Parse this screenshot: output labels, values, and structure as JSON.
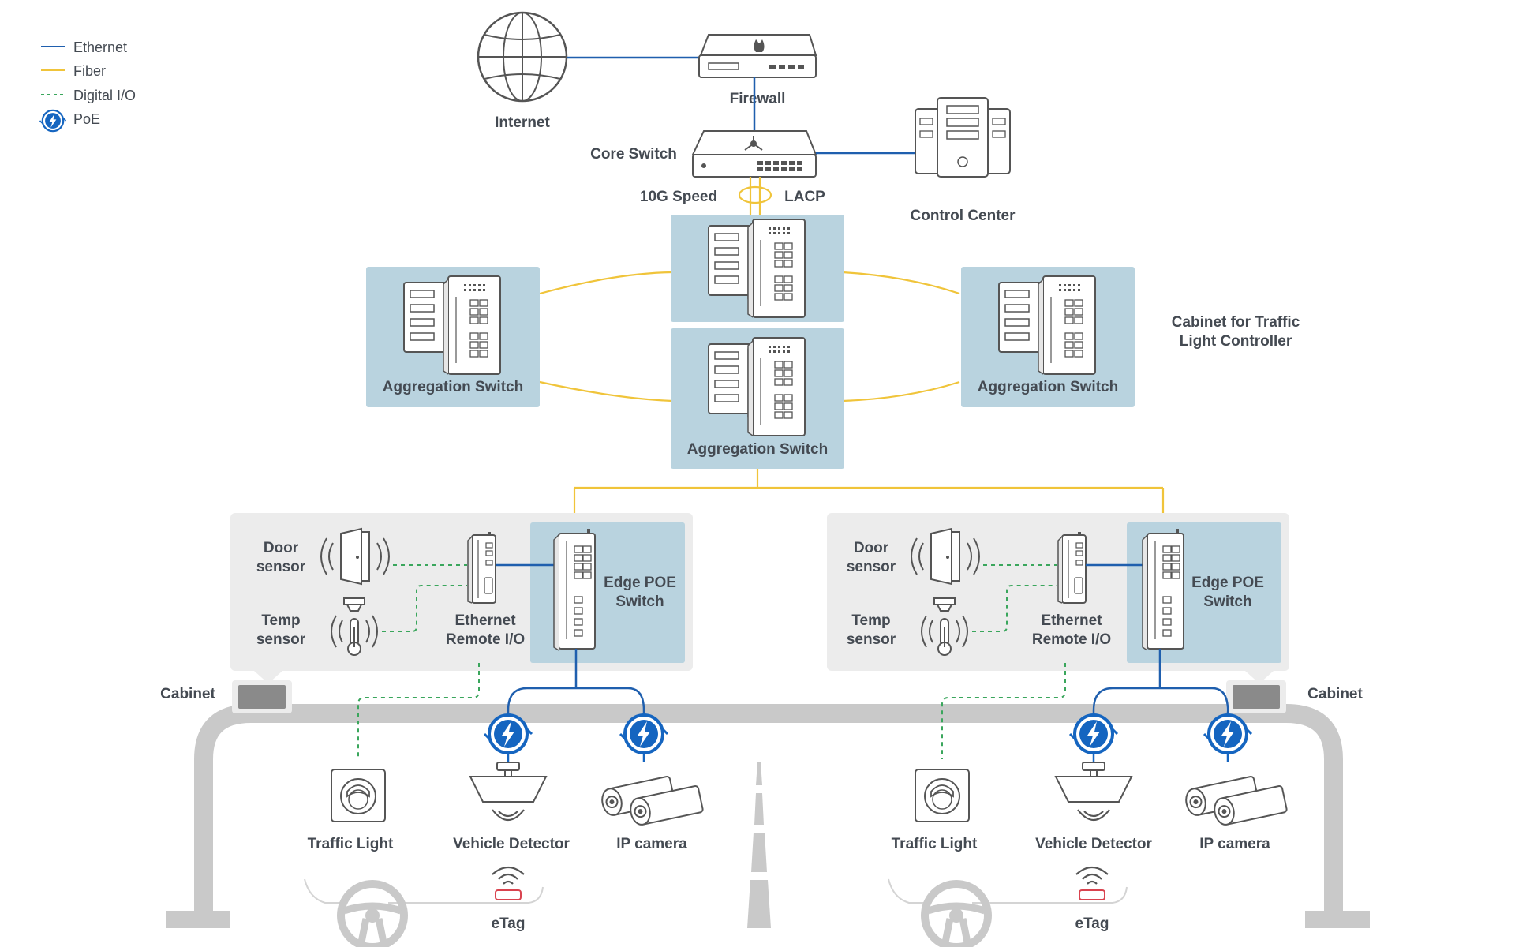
{
  "legend": {
    "ethernet": "Ethernet",
    "fiber": "Fiber",
    "digital_io": "Digital I/O",
    "poe": "PoE"
  },
  "colors": {
    "ethernet": "#1f5fae",
    "fiber": "#f0c43a",
    "digital_io": "#3aa65c",
    "poe_blue": "#1565c0",
    "panel_blue": "#b9d3df",
    "panel_grey": "#ececec",
    "road_grey": "#c9c9c9",
    "text": "#444a52",
    "etag_red": "#d9434f"
  },
  "top": {
    "internet": "Internet",
    "firewall": "Firewall",
    "core_switch": "Core Switch",
    "control_center": "Control Center",
    "speed": "10G Speed",
    "lacp": "LACP"
  },
  "aggregation": {
    "left": "Aggregation Switch",
    "center": "Aggregation Switch",
    "right": "Aggregation Switch",
    "cabinet_note_line1": "Cabinet for Traffic",
    "cabinet_note_line2": "Light Controller"
  },
  "edge_left": {
    "door_sensor_l1": "Door",
    "door_sensor_l2": "sensor",
    "temp_sensor_l1": "Temp",
    "temp_sensor_l2": "sensor",
    "remote_io_l1": "Ethernet",
    "remote_io_l2": "Remote I/O",
    "edge_switch_l1": "Edge POE",
    "edge_switch_l2": "Switch",
    "cabinet": "Cabinet"
  },
  "edge_right": {
    "door_sensor_l1": "Door",
    "door_sensor_l2": "sensor",
    "temp_sensor_l1": "Temp",
    "temp_sensor_l2": "sensor",
    "remote_io_l1": "Ethernet",
    "remote_io_l2": "Remote I/O",
    "edge_switch_l1": "Edge POE",
    "edge_switch_l2": "Switch",
    "cabinet": "Cabinet"
  },
  "devices_left": {
    "traffic_light": "Traffic Light",
    "vehicle_detector": "Vehicle Detector",
    "ip_camera": "IP camera",
    "etag": "eTag"
  },
  "devices_right": {
    "traffic_light": "Traffic Light",
    "vehicle_detector": "Vehicle Detector",
    "ip_camera": "IP camera",
    "etag": "eTag"
  }
}
